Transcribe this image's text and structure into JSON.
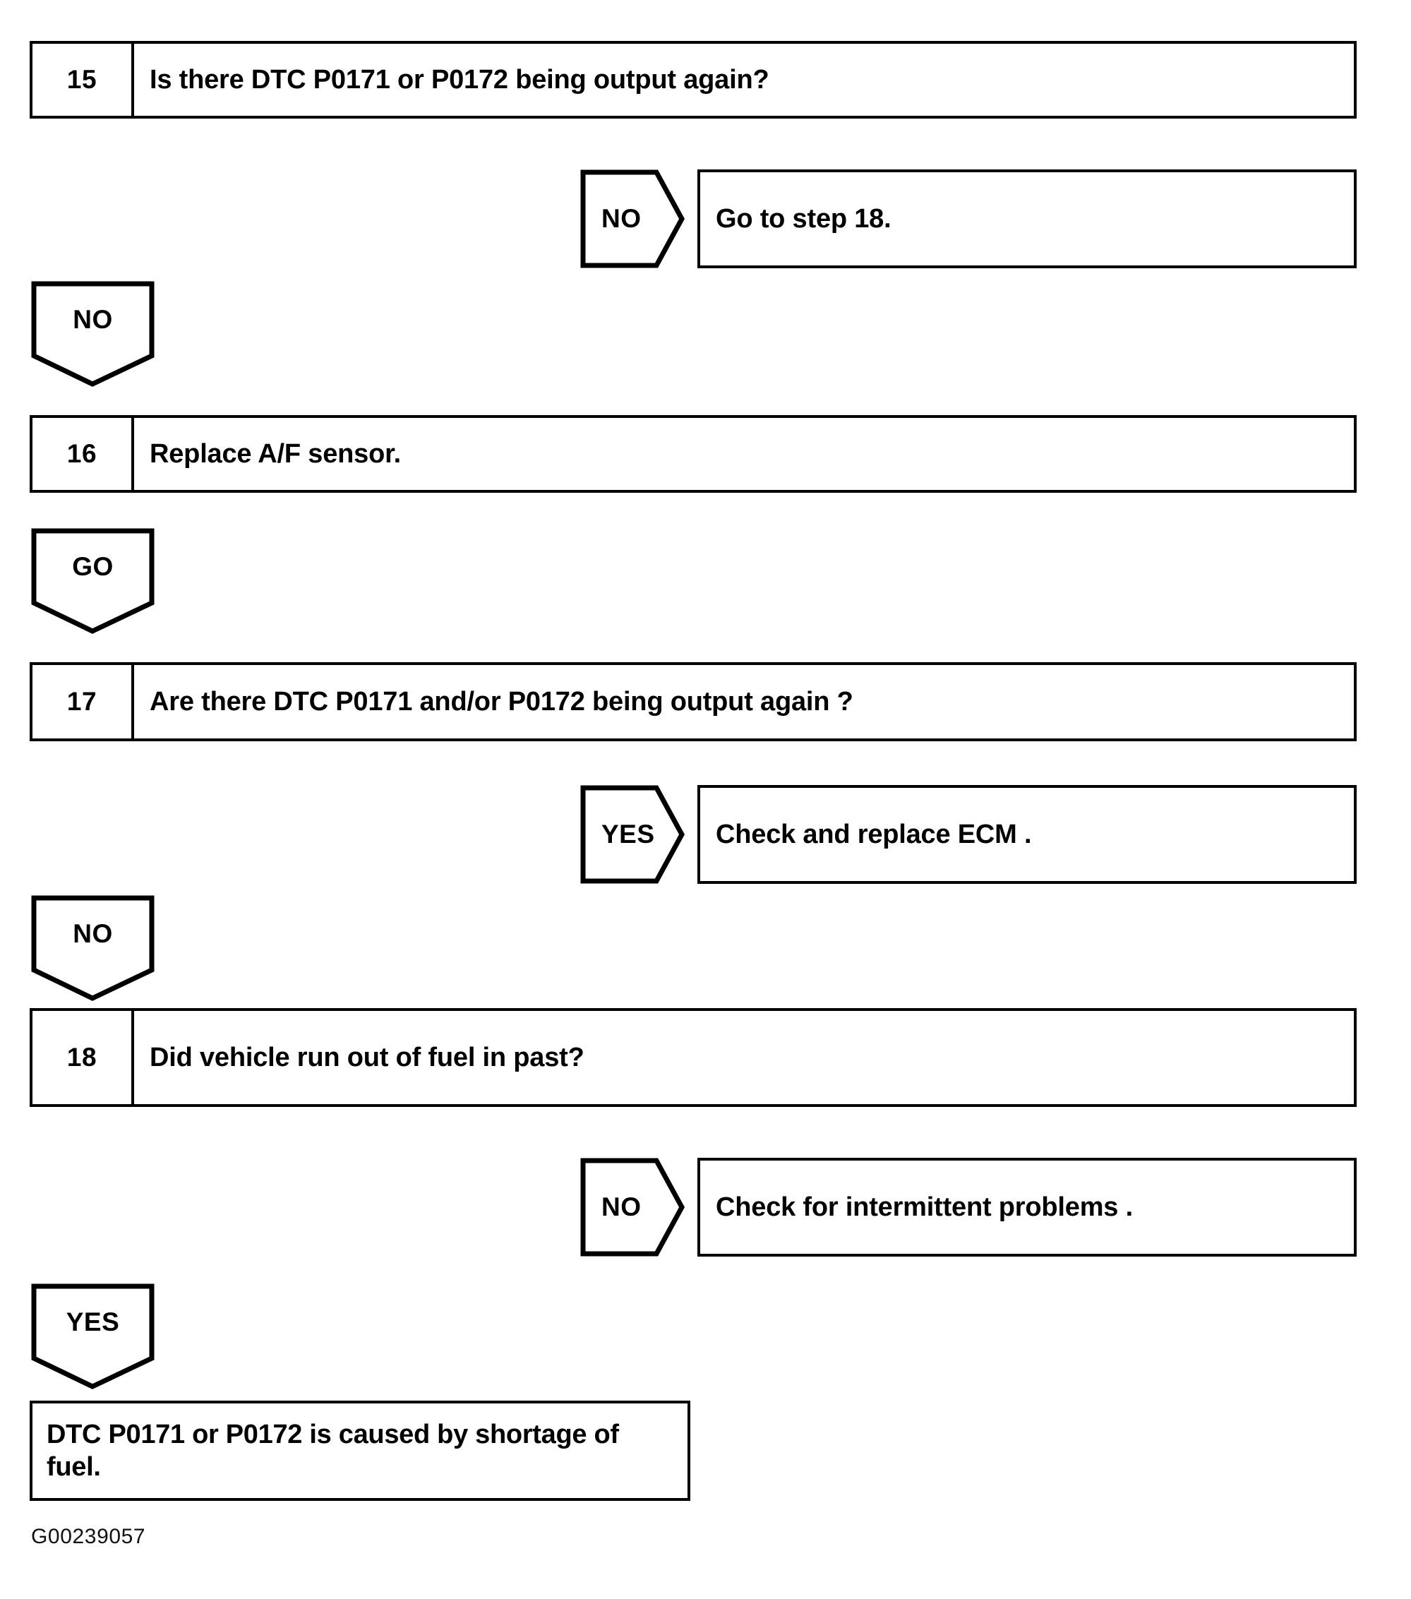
{
  "figure": {
    "id_label": "G00239057",
    "type": "diagnostic-flowchart"
  },
  "steps": [
    {
      "number": "15",
      "text": "Is there DTC P0171 or P0172 being output again?"
    },
    {
      "number": "16",
      "text": "Replace A/F sensor."
    },
    {
      "number": "17",
      "text": "Are there DTC P0171 and/or P0172 being output again ?"
    },
    {
      "number": "18",
      "text": "Did vehicle run out of fuel in past?"
    }
  ],
  "branches": [
    {
      "label": "NO",
      "direction": "right",
      "result": "Go to step 18."
    },
    {
      "label": "NO",
      "direction": "down",
      "result": ""
    },
    {
      "label": "GO",
      "direction": "down",
      "result": ""
    },
    {
      "label": "YES",
      "direction": "right",
      "result": "Check and replace ECM ."
    },
    {
      "label": "NO",
      "direction": "down",
      "result": ""
    },
    {
      "label": "NO",
      "direction": "right",
      "result": "Check for intermittent problems ."
    },
    {
      "label": "YES",
      "direction": "down",
      "result": ""
    }
  ],
  "results": {
    "go_to_step_18": "Go to step 18.",
    "check_replace_ecm": "Check and replace ECM .",
    "check_intermittent": "Check for intermittent problems ."
  },
  "conclusion": {
    "text": "DTC P0171 or P0172 is caused by shortage of fuel."
  },
  "colors": {
    "line": "#000000",
    "background": "#ffffff"
  }
}
